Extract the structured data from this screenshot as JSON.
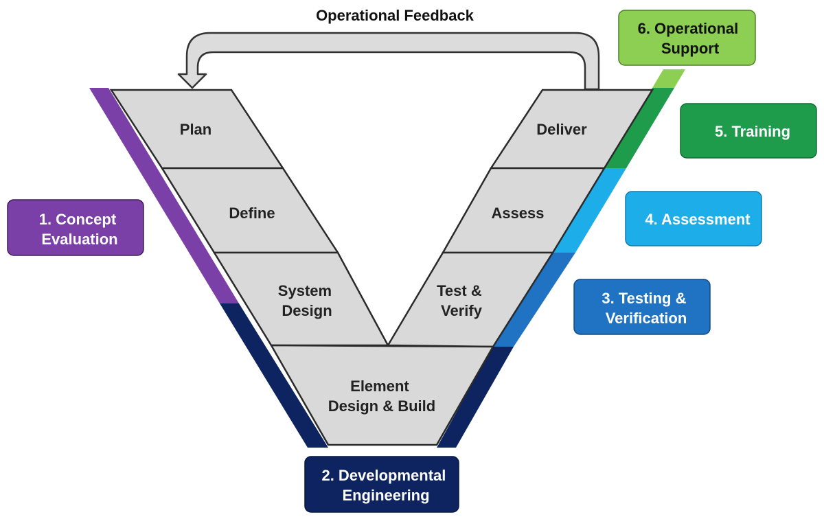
{
  "feedback": {
    "label": "Operational Feedback"
  },
  "segments": {
    "plan": [
      "Plan"
    ],
    "define": [
      "Define"
    ],
    "system_design": [
      "System",
      "Design"
    ],
    "element": [
      "Element",
      "Design & Build"
    ],
    "test_verify": [
      "Test &",
      "Verify"
    ],
    "assess": [
      "Assess"
    ],
    "deliver": [
      "Deliver"
    ]
  },
  "phases": {
    "concept": {
      "lines": [
        "1. Concept",
        "Evaluation"
      ],
      "color": "#7B3FA8"
    },
    "developmental": {
      "lines": [
        "2. Developmental",
        "Engineering"
      ],
      "color": "#0E2460"
    },
    "testing": {
      "lines": [
        "3. Testing &",
        "Verification"
      ],
      "color": "#1F73C2"
    },
    "assessment": {
      "lines": [
        "4. Assessment"
      ],
      "color": "#1DADE8"
    },
    "training": {
      "lines": [
        "5. Training"
      ],
      "color": "#1E9B4B"
    },
    "operational": {
      "lines": [
        "6. Operational",
        "Support"
      ],
      "color": "#8CCF52"
    }
  },
  "colors": {
    "segment_fill": "#D9D9D9",
    "segment_stroke": "#2A2A2A",
    "arrow_fill": "#DCDCDC"
  }
}
